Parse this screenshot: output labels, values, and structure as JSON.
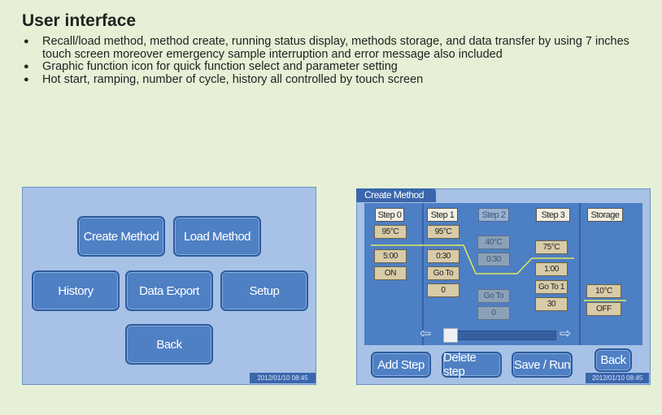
{
  "heading": "User interface",
  "bullets": [
    "Recall/load method, method create, running status display, methods storage, and data transfer by using 7 inches touch screen moreover emergency sample interruption and error message also included",
    "Graphic function icon for quick function select and parameter setting",
    "Hot start, ramping, number of cycle, history all controlled by touch screen"
  ],
  "main_menu": {
    "create_method": "Create Method",
    "load_method": "Load Method",
    "history": "History",
    "data_export": "Data Export",
    "setup": "Setup",
    "back": "Back",
    "datetime": "2012/01/10 08:45"
  },
  "create_method": {
    "title": "Create Method",
    "step0": {
      "label": "Step 0",
      "temp": "95°C",
      "time": "5:00",
      "hot": "ON"
    },
    "step1": {
      "label": "Step 1",
      "temp": "95°C",
      "time": "0:30",
      "goto": "Go To",
      "goto_val": "0"
    },
    "step2": {
      "label": "Step 2",
      "temp": "40°C",
      "time": "0:30",
      "goto": "Go To",
      "goto_val": "0"
    },
    "step3": {
      "label": "Step 3",
      "temp": "75°C",
      "time": "1:00",
      "goto": "Go To 1",
      "goto_val": "30"
    },
    "storage": {
      "label": "Storage",
      "temp": "10°C",
      "state": "OFF"
    },
    "add_step": "Add Step",
    "delete_step": "Delete step",
    "save_run": "Save / Run",
    "back": "Back",
    "datetime": "2012/01/10 08:45",
    "scroll_position": 0.0,
    "colors": {
      "profile_line": "#e4e85a",
      "panel": "#4d7fc4"
    }
  }
}
